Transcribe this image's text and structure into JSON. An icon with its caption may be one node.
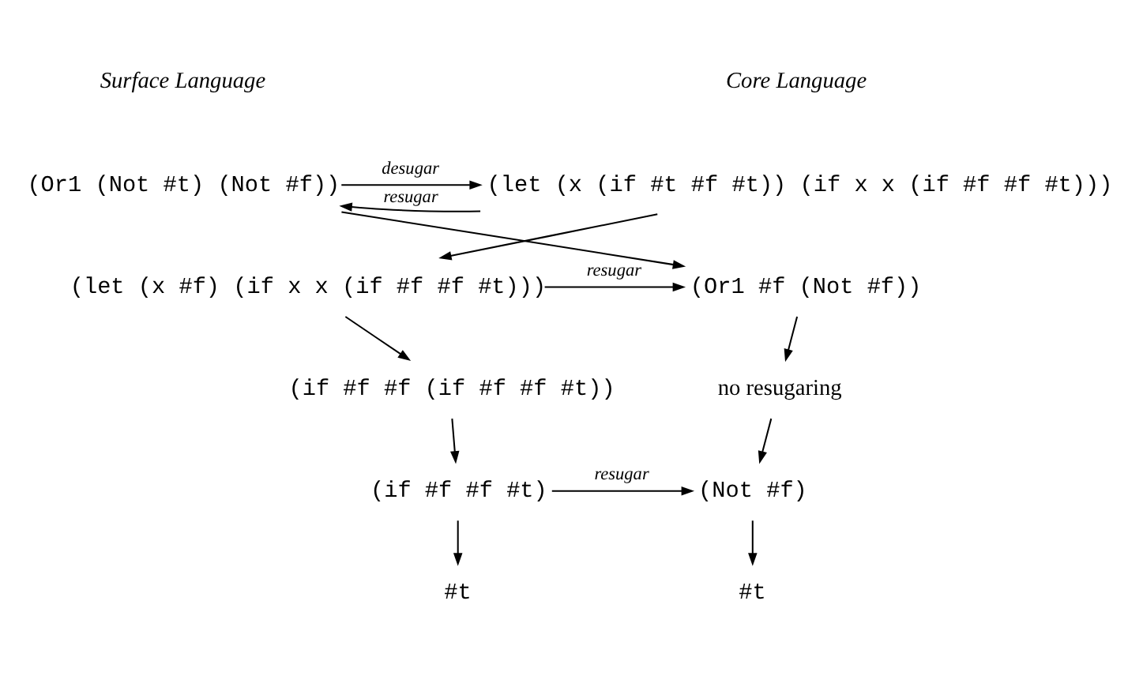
{
  "diagram": {
    "nodes": [
      {
        "text": [
          "(Or1 (Not #t) (Not #f))"
        ]
      },
      {
        "text": [
          "(Or1 #f (Not #f))"
        ]
      },
      {
        "text": [
          "no resugaring"
        ]
      },
      {
        "text": [
          "(Not #f)"
        ]
      },
      {
        "text": [
          "#t"
        ]
      },
      {
        "text": [
          "(let (x (if #t #f #t)) (if x x (if #f #f #t)))"
        ]
      },
      {
        "text": [
          "(let (x #f) (if x x (if #f #f #t)))"
        ]
      },
      {
        "text": [
          "(if #f #f (if #f #f #t))"
        ]
      },
      {
        "text": [
          "(if #f #f #t)"
        ]
      },
      {
        "text": [
          "#t"
        ]
      }
    ],
    "edges": [
      {
        "from": 0,
        "to": 1,
        "arrow": "to"
      },
      {
        "from": 1,
        "to": 2,
        "arrow": "to"
      },
      {
        "from": 2,
        "to": 3,
        "arrow": "to"
      },
      {
        "from": 3,
        "to": 4,
        "arrow": "to"
      },
      {
        "from": 5,
        "to": 6,
        "arrow": "to"
      },
      {
        "from": 6,
        "to": 7,
        "arrow": "to"
      },
      {
        "from": 7,
        "to": 8,
        "arrow": "to"
      },
      {
        "from": 8,
        "to": 9,
        "arrow": "to"
      },
      {
        "from": 0,
        "to": 5,
        "arrow": "to",
        "label": "desugar"
      },
      {
        "from": 5,
        "to": 0,
        "arrow": "to",
        "label": "resugar"
      },
      {
        "from": 6,
        "to": 1,
        "arrow": "to",
        "label": "resugar"
      },
      {
        "from": 8,
        "to": 3,
        "arrow": "to",
        "label": "resugar"
      }
    ],
    "labels": [
      "Surface Language",
      "Core Language"
    ]
  }
}
